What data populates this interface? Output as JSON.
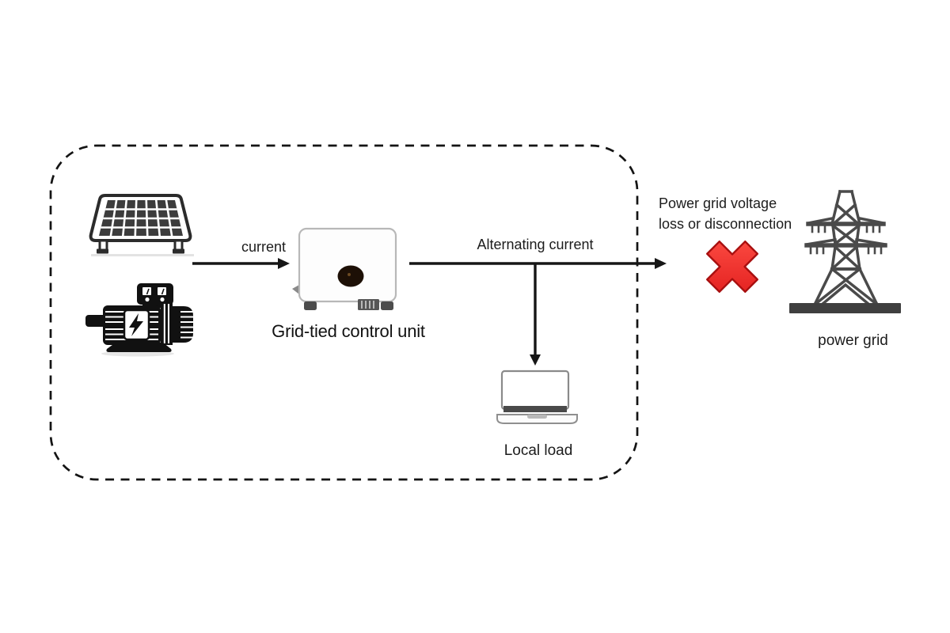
{
  "diagram": {
    "labels": {
      "current": "current",
      "alternating_current": "Alternating current",
      "control_unit": "Grid-tied control unit",
      "fault_line1": "Power grid voltage",
      "fault_line2": "loss or disconnection",
      "local_load": "Local load",
      "power_grid": "power grid"
    },
    "icons": [
      "solar-panel-icon",
      "electric-motor-icon",
      "inverter-icon",
      "laptop-icon",
      "fault-x-icon",
      "transmission-tower-icon"
    ],
    "colors": {
      "line": "#161616",
      "panel_cells": "#3c3c3c",
      "tower": "#4a4a4a",
      "ground_bar": "#3f3f3f",
      "fault_x_fill_light": "#ff5147",
      "fault_x_fill_dark": "#e01b1b",
      "fault_x_edge": "#a80f0f"
    }
  }
}
